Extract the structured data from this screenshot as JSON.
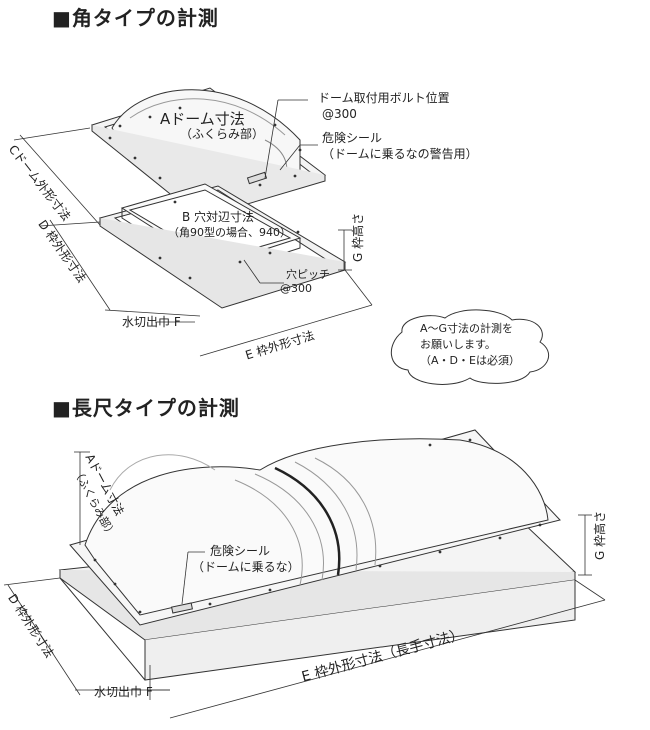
{
  "square": {
    "title": "■角タイプの計測",
    "labels": {
      "a_line1": "Aドーム寸法",
      "a_line2": "（ふくらみ部）",
      "bolt_line1": "ドーム取付用ボルト位置",
      "bolt_line2": "@300",
      "danger_line1": "危険シール",
      "danger_line2": "（ドームに乗るなの警告用）",
      "b_line1": "B 穴対辺寸法",
      "b_line2": "（角90型の場合、940）",
      "pitch_line1": "穴ピッチ",
      "pitch_line2": "@300",
      "c_label": "Cドーム外形寸法",
      "d_label": "D 枠外形寸法",
      "e_label": "E 枠外形寸法",
      "f_label": "水切出巾 F",
      "g_label": "G 枠高さ"
    },
    "callout": {
      "line1": "A～G寸法の計測を",
      "line2": "お願いします。",
      "line3": "（A・D・Eは必須）"
    }
  },
  "long": {
    "title": "■長尺タイプの計測",
    "labels": {
      "a_line1": "Aドーム寸法",
      "a_line2": "（ふくらみ部）",
      "danger_line1": "危険シール",
      "danger_line2": "（ドームに乗るな）",
      "d_label": "D 枠外形寸法",
      "e_label": "E 枠外形寸法（長手寸法）",
      "f_label": "水切出巾 F",
      "g_label": "G 枠高さ"
    }
  }
}
